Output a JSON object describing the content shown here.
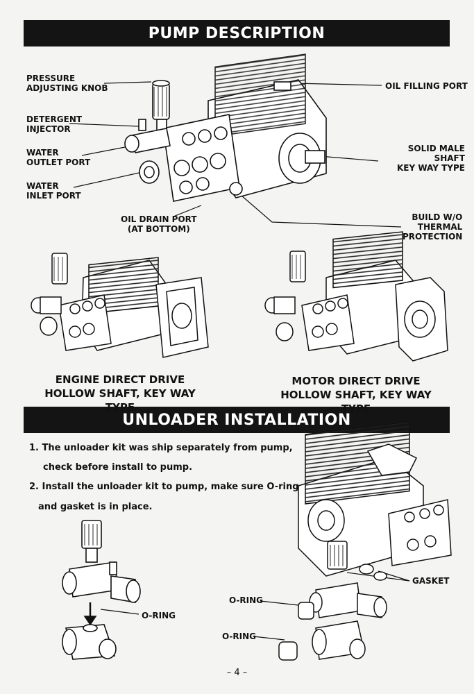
{
  "sections": {
    "pump_description": "PUMP DESCRIPTION",
    "unloader_installation": "UNLOADER INSTALLATION"
  },
  "labels": {
    "pressure_knob": "PRESSURE\nADJUSTING KNOB",
    "detergent": "DETERGENT\nINJECTOR",
    "water_outlet": "WATER\nOUTLET PORT",
    "water_inlet": "WATER\nINLET PORT",
    "oil_drain": "OIL DRAIN PORT\n(AT BOTTOM)",
    "oil_filling": "OIL FILLING PORT",
    "solid_shaft": "SOLID MALE\nSHAFT\nKEY WAY TYPE",
    "build_thermal": "BUILD W/O\nTHERMAL\nPROTECTION",
    "oring_1": "O-RING",
    "oring_2": "O-RING",
    "oring_3": "O-RING",
    "gasket": "GASKET"
  },
  "captions": {
    "engine": "ENGINE DIRECT DRIVE\nHOLLOW SHAFT, KEY WAY TYPE",
    "motor": "MOTOR DIRECT DRIVE\nHOLLOW SHAFT, KEY WAY TYPE"
  },
  "steps": {
    "s1a": "1.  The unloader kit  was ship separately from pump,",
    "s1b": "check before install to pump.",
    "s2a": "2. Install the unloader kit to pump, make sure O-ring",
    "s2b": "and gasket is in place."
  },
  "page_number": "– 4 –"
}
